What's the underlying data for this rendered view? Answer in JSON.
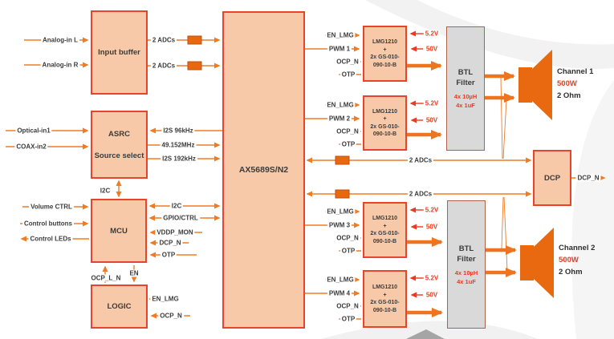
{
  "colors": {
    "block_fill": "#f8c9a8",
    "block_border": "#e8432b",
    "wire_orange": "#ef7b25",
    "filter_fill": "#d9d9d9",
    "filter_border": "#b06048",
    "red_text": "#ea3b22",
    "dark_text": "#3b3b3b",
    "speaker_orange": "#e8690f"
  },
  "blocks": {
    "input_buffer": "Input buffer",
    "asrc_line1": "ASRC",
    "asrc_line2": "Source select",
    "mcu": "MCU",
    "logic": "LOGIC",
    "chip": "AX5689S/N2",
    "driver": [
      "LMG1210",
      "+",
      "2x GS-010-",
      "090-10-B"
    ],
    "btl_line1": "BTL",
    "btl_line2": "Filter",
    "btl_val1": "4x 10µH",
    "btl_val2": "4x 1uF",
    "dcp": "DCP"
  },
  "left_signals": {
    "analog_l": "Analog-in L",
    "analog_r": "Analog-in R",
    "adc2": "2 ADCs",
    "optical": "Optical-in1",
    "coax": "COAX-in2",
    "i2s96": "I2S 96kHz",
    "clk": "49.152MHz",
    "i2s192": "I2S 192kHz",
    "i2c": "I2C",
    "volume": "Volume CTRL",
    "buttons": "Control buttons",
    "leds": "Control LEDs",
    "gpio": "GPIO/CTRL",
    "vddp": "VDDP_MON",
    "dcp_n": "DCP_N",
    "otp": "OTP",
    "ocp_l_n": "OCP_L_N",
    "en": "EN",
    "en_lmg": "EN_LMG",
    "ocp_n": "OCP_N"
  },
  "pwm_groups": [
    {
      "en": "EN_LMG",
      "pwm": "PWM 1",
      "ocp": "OCP_N",
      "otp": "OTP",
      "v_low": "5.2V",
      "v_high": "50V"
    },
    {
      "en": "EN_LMG",
      "pwm": "PWM 2",
      "ocp": "OCP_N",
      "otp": "OTP",
      "v_low": "5.2V",
      "v_high": "50V"
    },
    {
      "en": "EN_LMG",
      "pwm": "PWM 3",
      "ocp": "OCP_N",
      "otp": "OTP",
      "v_low": "5.2V",
      "v_high": "50V"
    },
    {
      "en": "EN_LMG",
      "pwm": "PWM 4",
      "ocp": "OCP_N",
      "otp": "OTP",
      "v_low": "5.2V",
      "v_high": "50V"
    }
  ],
  "mid": {
    "adc2": "2 ADCs",
    "dcp_n_out": "DCP_N"
  },
  "channels": [
    {
      "name": "Channel 1",
      "power": "500W",
      "impedance": "2 Ohm"
    },
    {
      "name": "Channel 2",
      "power": "500W",
      "impedance": "2 Ohm"
    }
  ]
}
